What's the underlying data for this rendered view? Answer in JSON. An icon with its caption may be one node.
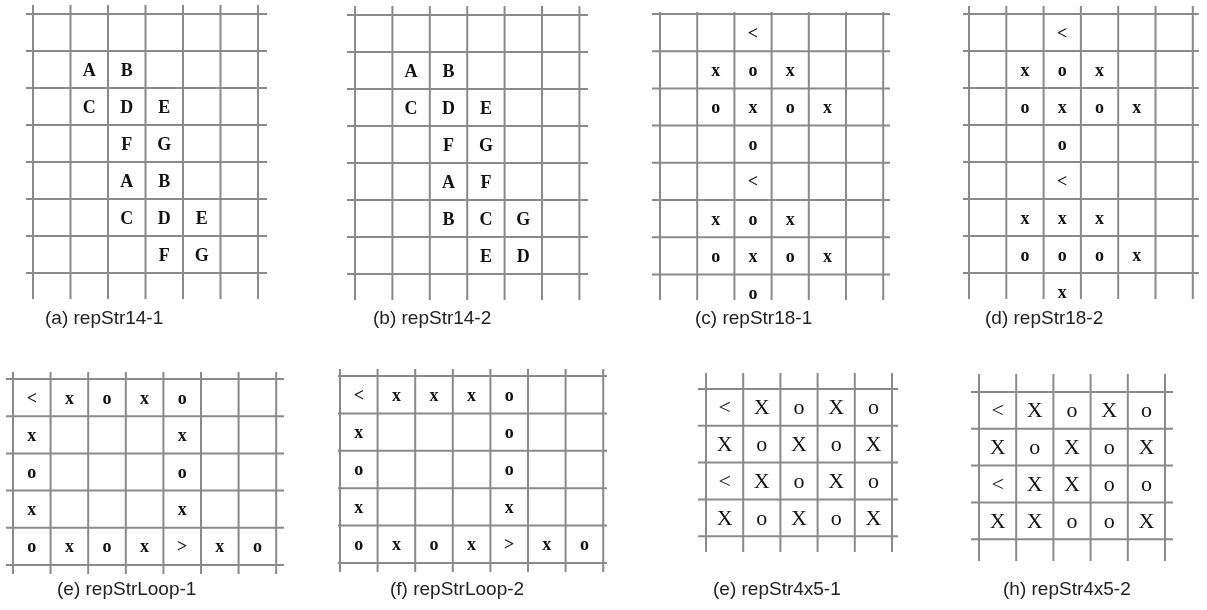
{
  "diagram": {
    "labels": [
      "A",
      "B",
      "C",
      "D",
      "E",
      "F",
      "G",
      "A",
      "B",
      "C",
      "D",
      "E",
      "F",
      "G",
      "(a) repStr14-1",
      "A",
      "B",
      "C",
      "D",
      "E",
      "F",
      "G",
      "A",
      "F",
      "B",
      "C",
      "G",
      "E",
      "D",
      "(b) repStr14-2",
      "<",
      "x",
      "o",
      "x",
      "o",
      "x",
      "o",
      "x",
      "o",
      "<",
      "x",
      "o",
      "x",
      "o",
      "x",
      "o",
      "x",
      "o",
      "(c) repStr18-1",
      "<",
      "x",
      "o",
      "x",
      "o",
      "x",
      "o",
      "x",
      "o",
      "<",
      "x",
      "x",
      "x",
      "o",
      "o",
      "o",
      "x",
      "x",
      "(d) repStr18-2",
      "<",
      "x",
      "o",
      "x",
      "o",
      "x",
      "x",
      "o",
      "o",
      "x",
      "x",
      "o",
      "x",
      "o",
      "x",
      ">",
      "x",
      "o",
      "(e) repStrLoop-1",
      "<",
      "x",
      "x",
      "x",
      "o",
      "x",
      "o",
      "o",
      "o",
      "x",
      "x",
      "o",
      "x",
      "o",
      "x",
      ">",
      "x",
      "o",
      "(f) repStrLoop-2",
      "<",
      "X",
      "o",
      "X",
      "o",
      "X",
      "o",
      "X",
      "o",
      "X",
      "<",
      "X",
      "o",
      "X",
      "o",
      "X",
      "o",
      "X",
      "o",
      "X",
      "(e) repStr4x5-1",
      "<",
      "X",
      "o",
      "X",
      "o",
      "X",
      "o",
      "X",
      "o",
      "X",
      "<",
      "X",
      "X",
      "o",
      "o",
      "X",
      "X",
      "o",
      "o",
      "X",
      "(h) repStr4x5-2"
    ]
  }
}
